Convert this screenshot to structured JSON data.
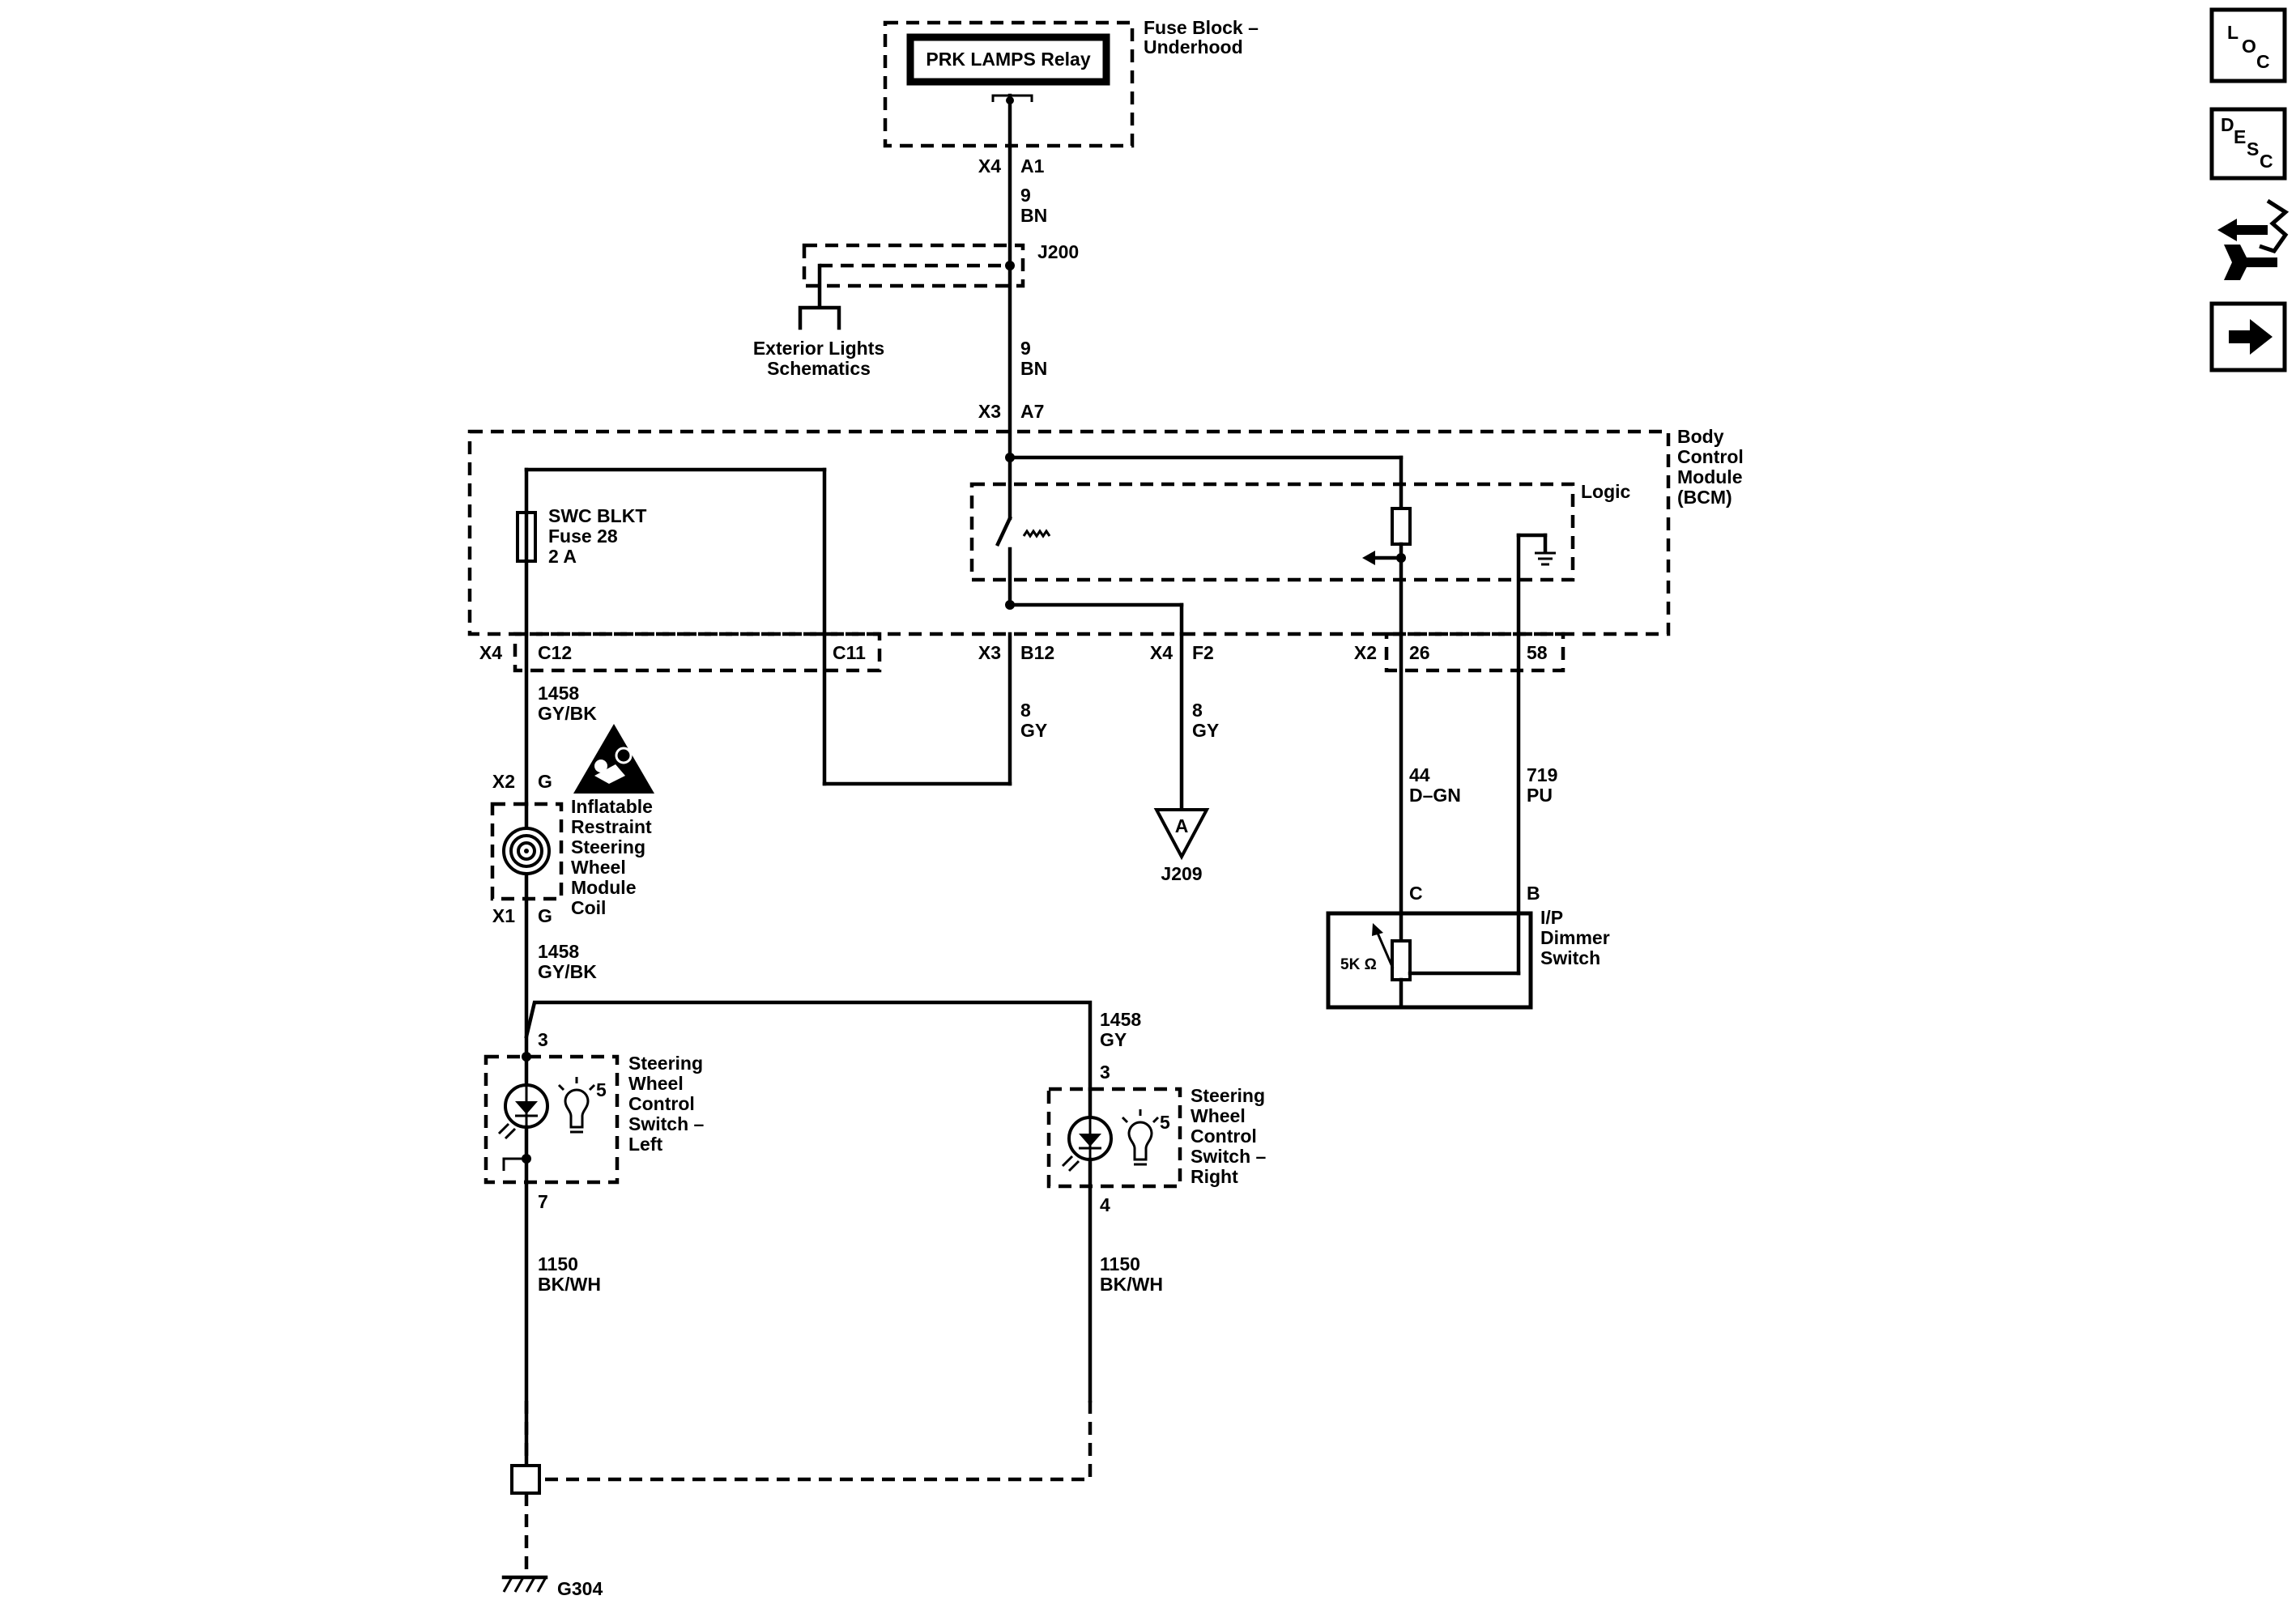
{
  "fuse_block": {
    "relay": "PRK LAMPS Relay",
    "name_line1": "Fuse Block –",
    "name_line2": "Underhood",
    "conn_x4": "X4",
    "pin_a1": "A1"
  },
  "wire_9bn_top": {
    "circuit": "9",
    "color": "BN"
  },
  "splice_j200": "J200",
  "exterior_lights": {
    "line1": "Exterior Lights",
    "line2": "Schematics"
  },
  "wire_9bn_mid": {
    "circuit": "9",
    "color": "BN"
  },
  "bcm_top_conn": {
    "conn": "X3",
    "pin": "A7"
  },
  "bcm": {
    "line1": "Body",
    "line2": "Control",
    "line3": "Module",
    "line4": "(BCM)",
    "logic": "Logic"
  },
  "swc_fuse": {
    "line1": "SWC BLKT",
    "line2": "Fuse 28",
    "line3": "2 A"
  },
  "bcm_bottom_conn": {
    "x4": "X4",
    "c12": "C12",
    "c11": "C11",
    "x3": "X3",
    "b12": "B12",
    "x4b": "X4",
    "f2": "F2",
    "x2": "X2",
    "p26": "26",
    "p58": "58"
  },
  "wire_1458_gybk_a": {
    "circuit": "1458",
    "color": "GY/BK"
  },
  "wire_8gy_a": {
    "circuit": "8",
    "color": "GY"
  },
  "wire_8gy_b": {
    "circuit": "8",
    "color": "GY"
  },
  "wire_44": {
    "circuit": "44",
    "color": "D–GN"
  },
  "wire_719": {
    "circuit": "719",
    "color": "PU"
  },
  "offpage": {
    "letter": "A",
    "ref": "J209"
  },
  "coil": {
    "conn_top": "X2",
    "pin_top": "G",
    "conn_bot": "X1",
    "pin_bot": "G",
    "line1": "Inflatable",
    "line2": "Restraint",
    "line3": "Steering",
    "line4": "Wheel",
    "line5": "Module",
    "line6": "Coil"
  },
  "dimmer": {
    "pin_c": "C",
    "pin_b": "B",
    "resistance": "5K Ω",
    "line1": "I/P",
    "line2": "Dimmer",
    "line3": "Switch"
  },
  "wire_1458_gybk_b": {
    "circuit": "1458",
    "color": "GY/BK"
  },
  "wire_1458_gy": {
    "circuit": "1458",
    "color": "GY"
  },
  "swc_left": {
    "pin_top": "3",
    "pin_bot": "7",
    "bulb_ref": "5",
    "line1": "Steering",
    "line2": "Wheel",
    "line3": "Control",
    "line4": "Switch –",
    "line5": "Left"
  },
  "swc_right": {
    "pin_top": "3",
    "pin_bot": "4",
    "bulb_ref": "5",
    "line1": "Steering",
    "line2": "Wheel",
    "line3": "Control",
    "line4": "Switch –",
    "line5": "Right"
  },
  "wire_1150_left": {
    "circuit": "1150",
    "color": "BK/WH"
  },
  "wire_1150_right": {
    "circuit": "1150",
    "color": "BK/WH"
  },
  "ground": "G304",
  "nav": {
    "loc": {
      "l": "L",
      "o": "O",
      "c": "C"
    },
    "desc": {
      "d": "D",
      "e": "E",
      "s": "S",
      "c": "C"
    }
  }
}
